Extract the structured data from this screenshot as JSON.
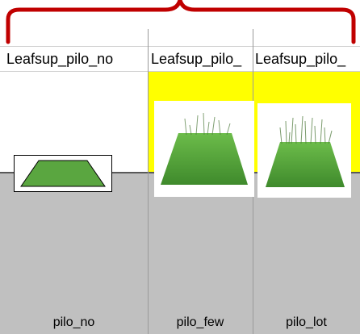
{
  "columns": [
    {
      "header": "Leafsup_pilo_no",
      "label": "pilo_no",
      "image_icon": "grass-none-icon"
    },
    {
      "header": "Leafsup_pilo_",
      "label": "pilo_few",
      "image_icon": "grass-few-hairs-icon"
    },
    {
      "header": "Leafsup_pilo_",
      "label": "pilo_lot",
      "image_icon": "grass-many-hairs-icon"
    }
  ],
  "colors": {
    "highlight": "#ffff00",
    "cell_gray": "#c0c0c0",
    "brace": "#c00000",
    "grass": "#5aa640"
  }
}
